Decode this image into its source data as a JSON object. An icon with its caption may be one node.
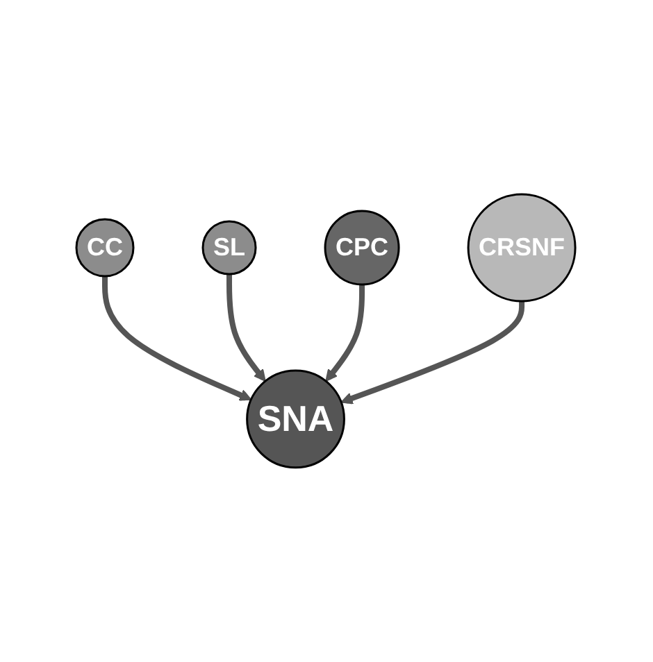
{
  "diagram": {
    "nodes": [
      {
        "text": [
          "CC"
        ]
      },
      {
        "text": [
          "SL"
        ]
      },
      {
        "text": [
          "SNA"
        ]
      },
      {
        "text": [
          "CPC"
        ]
      },
      {
        "text": [
          "CRSNF"
        ]
      }
    ],
    "edges": [
      {
        "from": 0,
        "to": 2,
        "arrow": "to"
      },
      {
        "from": 1,
        "to": 2,
        "arrow": "to"
      },
      {
        "from": 3,
        "to": 2,
        "arrow": "to"
      },
      {
        "from": 4,
        "to": 2,
        "arrow": "to"
      }
    ]
  }
}
